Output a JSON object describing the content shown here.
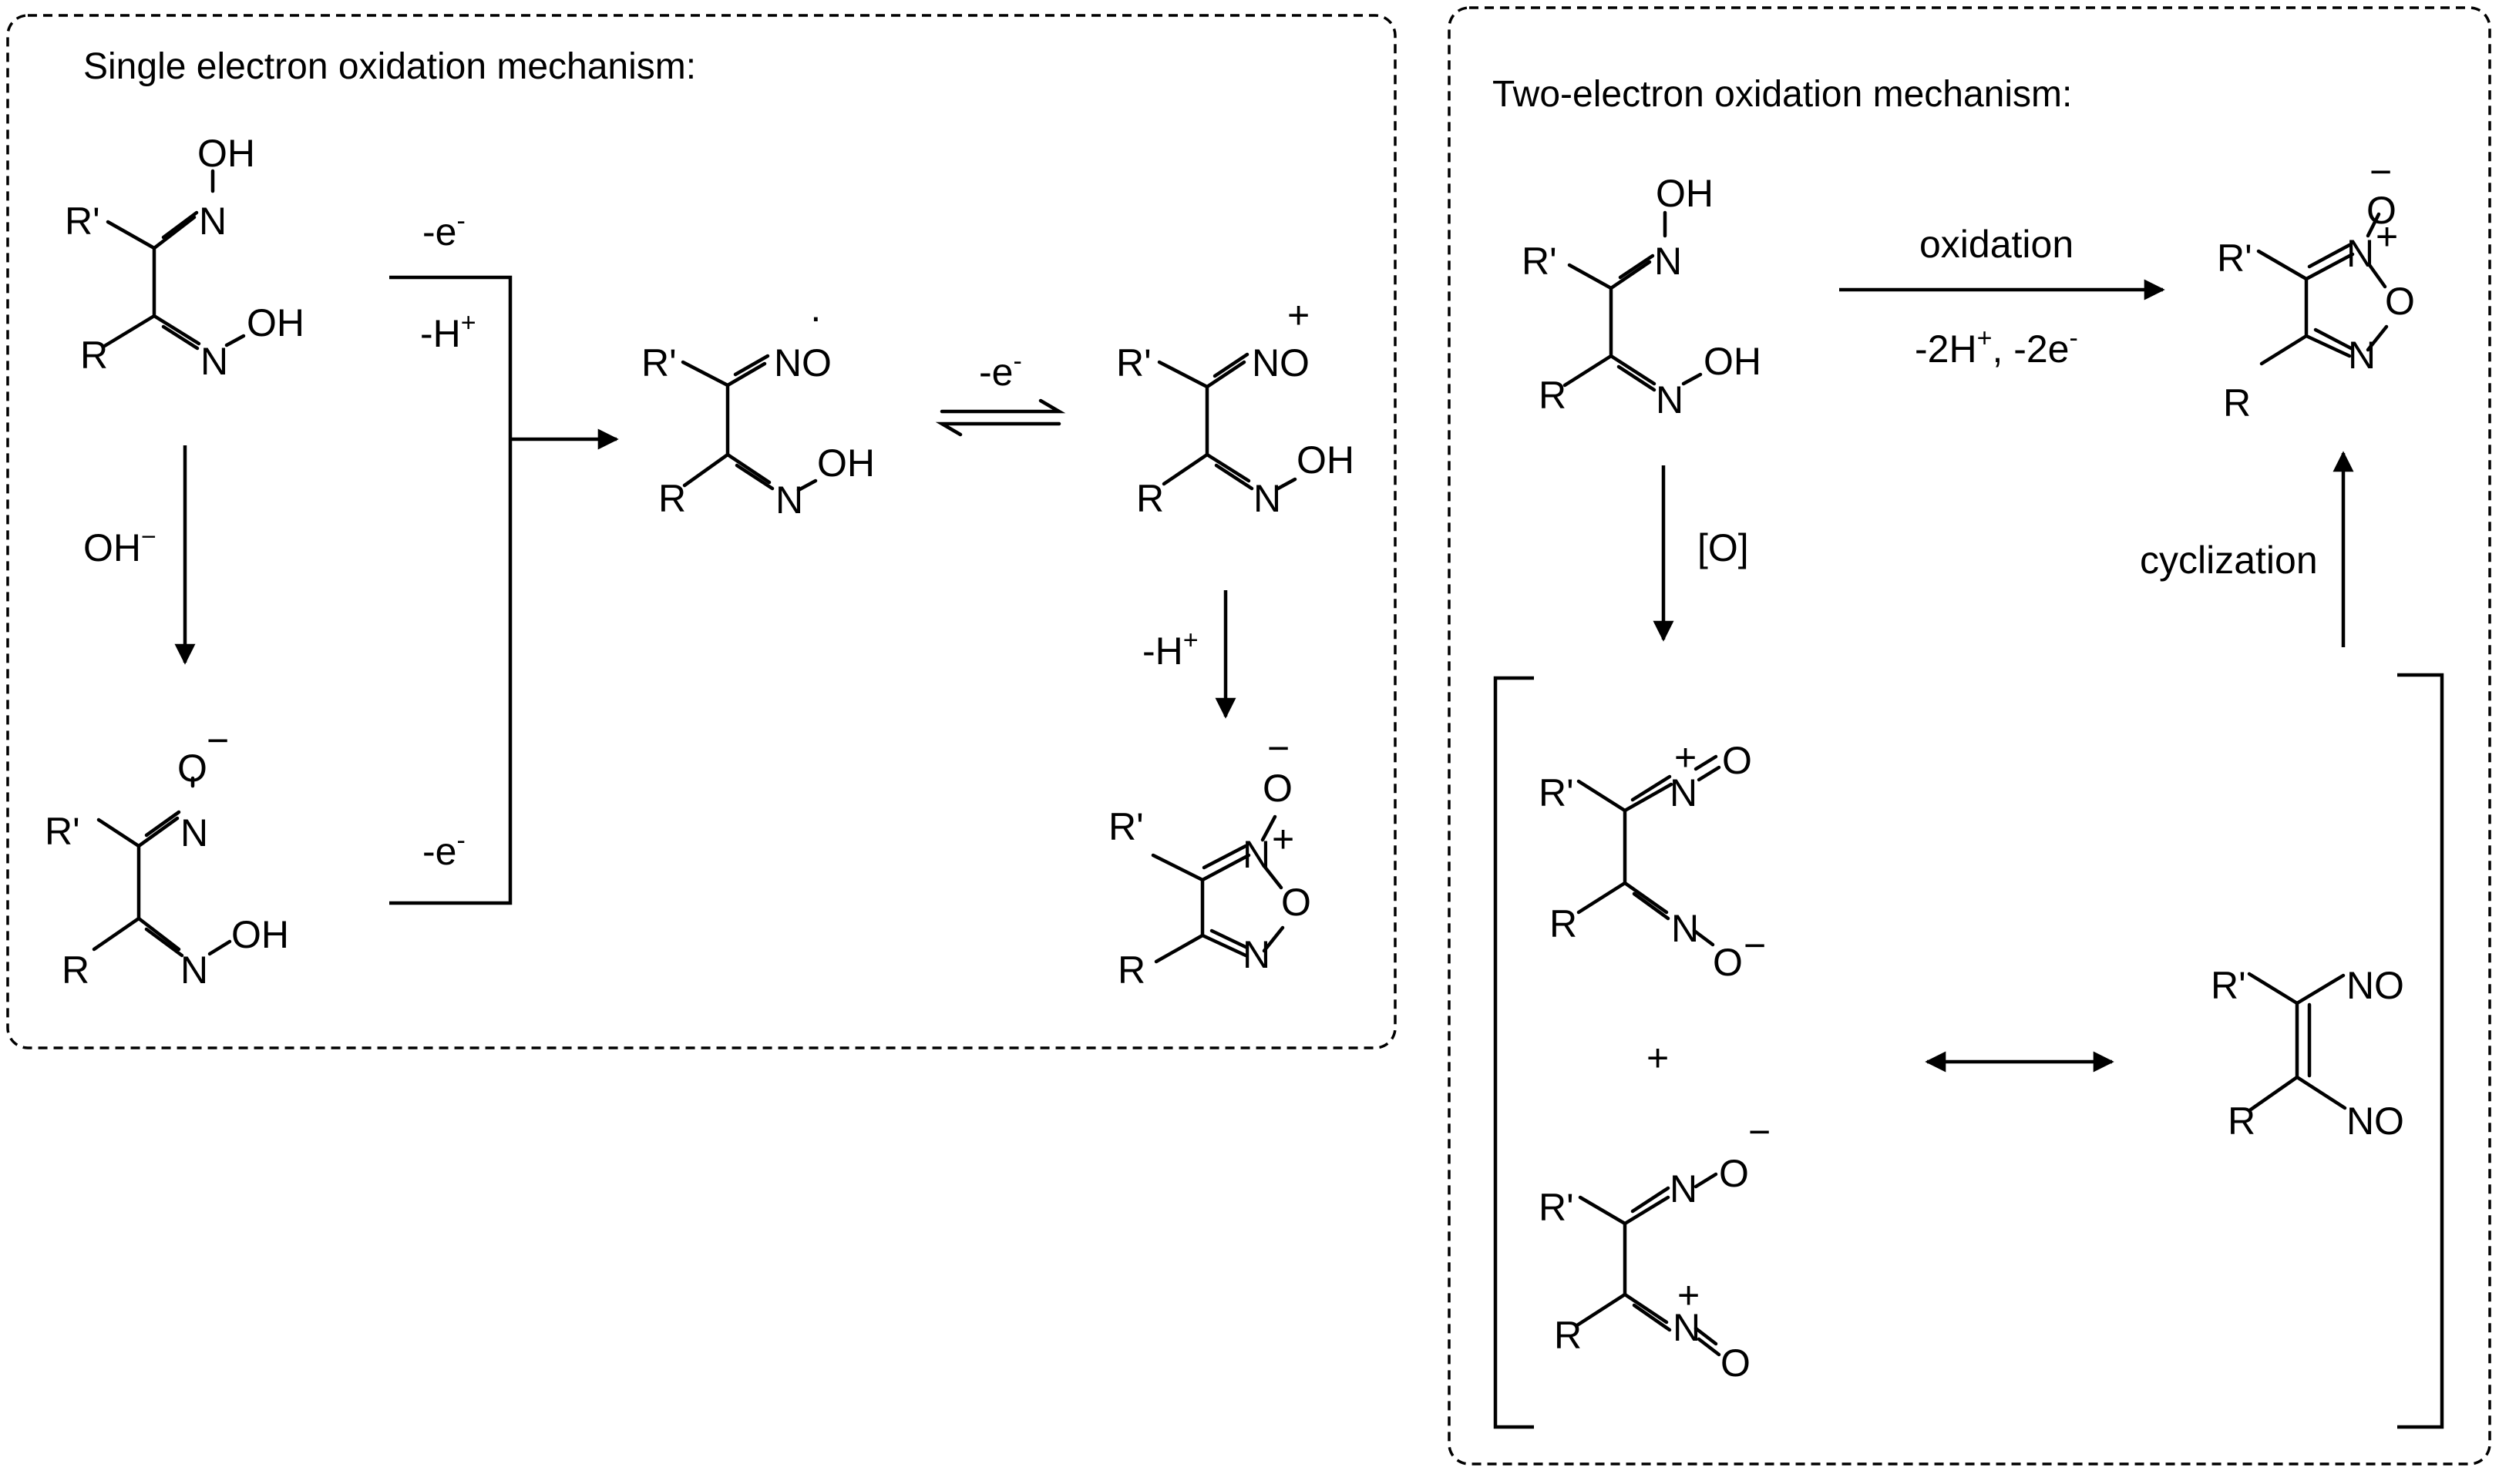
{
  "panels": {
    "single": {
      "title": "Single electron oxidation mechanism:"
    },
    "two": {
      "title": "Two-electron oxidation mechanism:"
    }
  },
  "atoms": {
    "R": "R",
    "Rp": "R'",
    "N": "N",
    "O": "O",
    "OH": "OH",
    "NO": "NO",
    "plus": "+",
    "minus": "−",
    "dot": "·"
  },
  "reagents": {
    "hydroxide": {
      "base": "OH",
      "sup": "−"
    },
    "minus_e": {
      "base": "-e",
      "sup": "-"
    },
    "minus_H": {
      "base": "-H",
      "sup": "+"
    },
    "oxidation": "oxidation",
    "minus_2H_2e": {
      "part1": "-2H",
      "sup1": "+",
      "part2": ", -2e",
      "sup2": "-"
    },
    "bracket_O": "[O]",
    "cyclization": "cyclization",
    "plus_between": "+"
  },
  "colors": {
    "nitrogen": "#1f1fcc",
    "oxygen": "#dd1111",
    "carbon": "#000000"
  }
}
